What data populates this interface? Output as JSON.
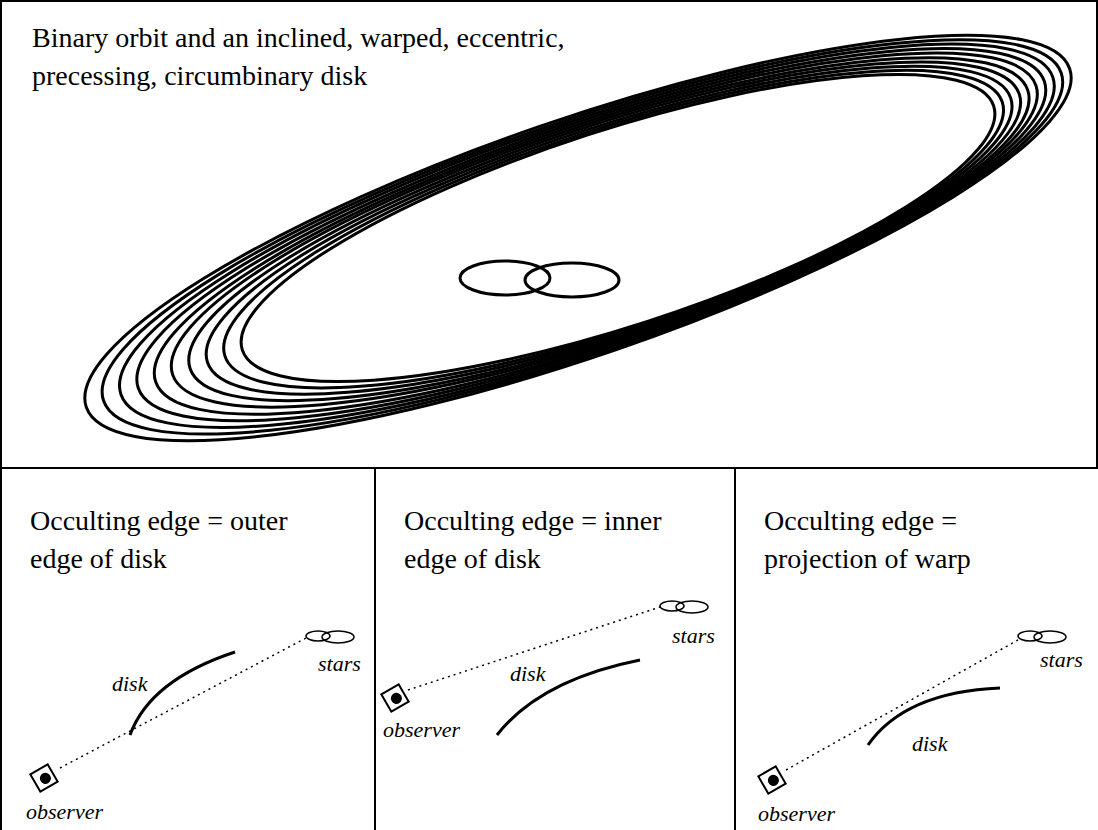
{
  "diagram": {
    "nodes": [
      {
        "text": [
          "Binary orbit and an inclined, warped, eccentric, precessing, circumbinary disk"
        ]
      },
      {
        "text": [
          "Occulting edge = outer edge of disk"
        ]
      },
      {
        "text": [
          "Occulting edge = inner edge of disk"
        ]
      },
      {
        "text": [
          "Occulting edge = projection of warp"
        ]
      }
    ],
    "labels": [
      "disk",
      "stars",
      "observer",
      "stars",
      "disk",
      "observer",
      "stars",
      "disk",
      "observer"
    ]
  }
}
